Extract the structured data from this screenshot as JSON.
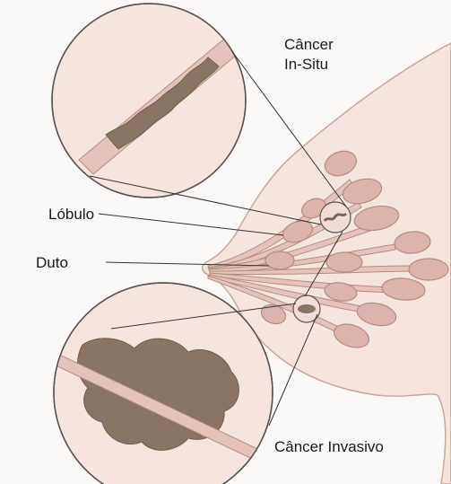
{
  "labels": {
    "cancer_in_situ_line1": "Câncer",
    "cancer_in_situ_line2": "In-Situ",
    "lobulo": "Lóbulo",
    "duto": "Duto",
    "cancer_invasivo": "Câncer Invasivo"
  },
  "colors": {
    "background": "#fbf9f8",
    "skin": "#f6e5df",
    "outline": "#c9a69c",
    "lobule_fill": "#dcb4ad",
    "lobule_stroke": "#b48c84",
    "duct_fill": "#e6c2bc",
    "tumor": "#8a7565",
    "leader_line": "#333333"
  }
}
